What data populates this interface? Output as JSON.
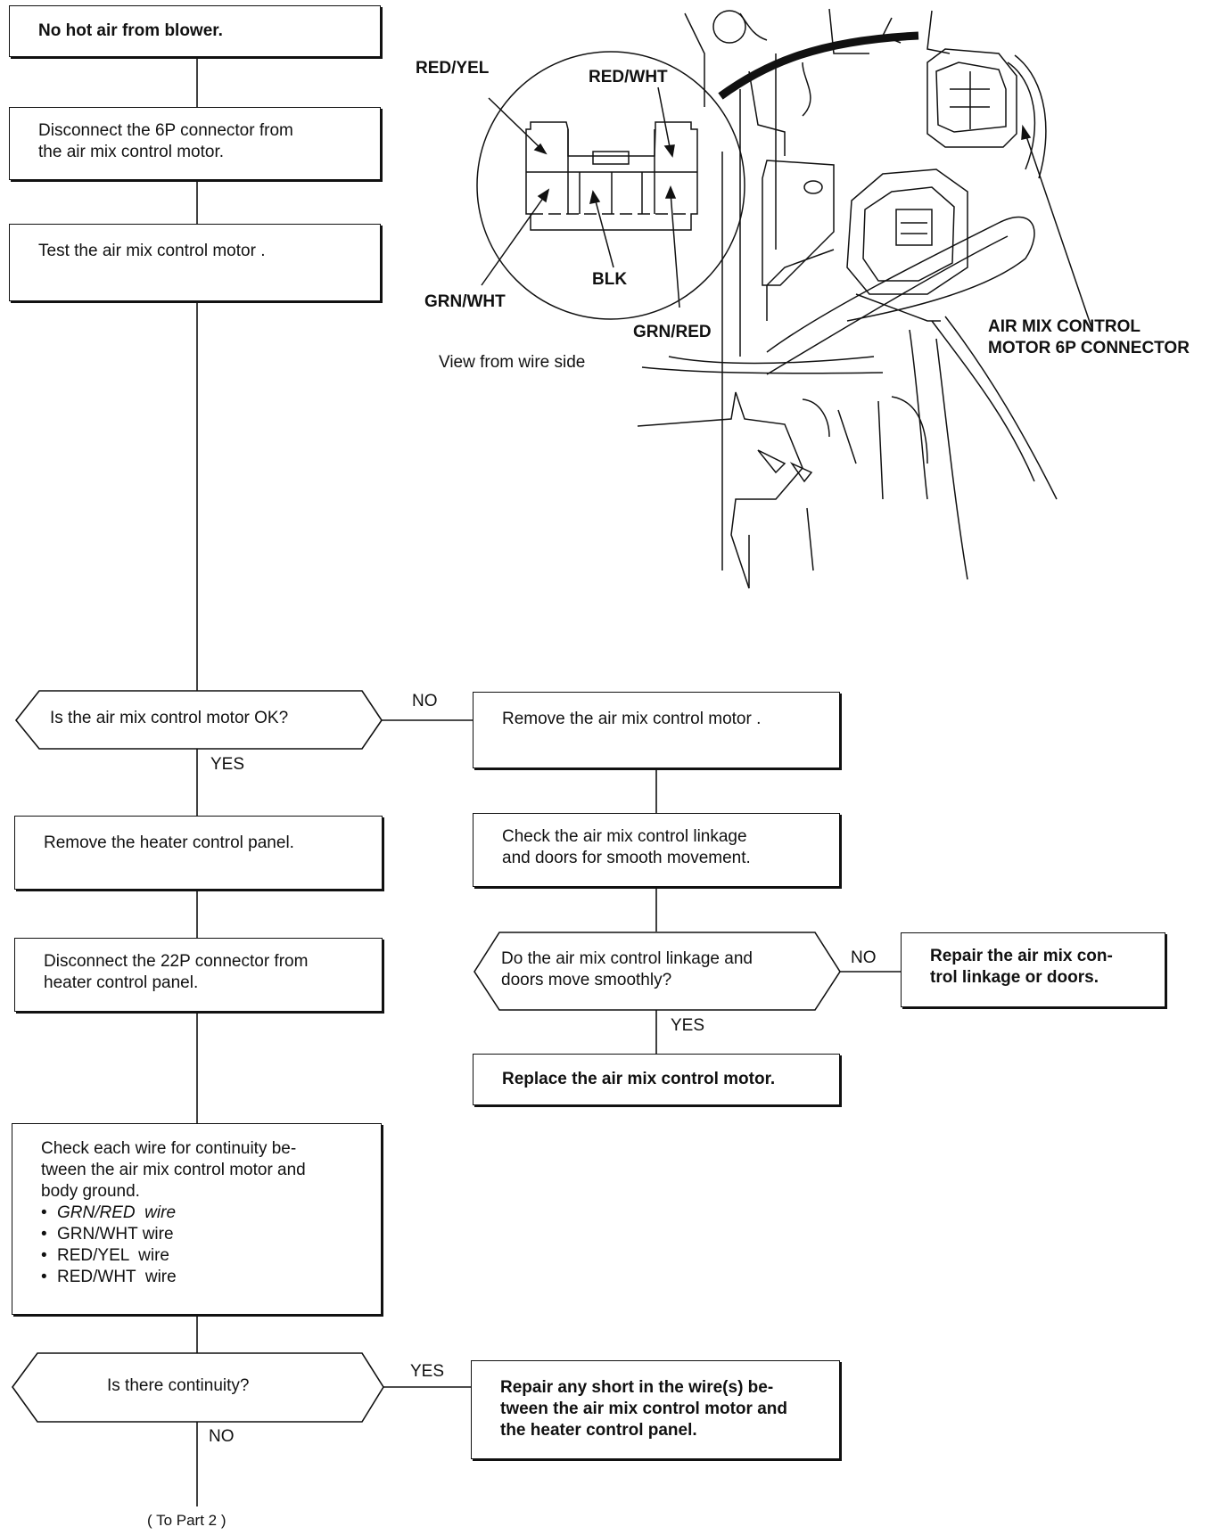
{
  "flowchart": {
    "start": "No hot air from blower.",
    "disconnect_6p": [
      "Disconnect the 6P connector from",
      "the air mix control motor."
    ],
    "test_motor": "Test the air mix control motor .",
    "q_motor_ok": "Is the air mix control motor OK?",
    "q_motor_no": "NO",
    "q_motor_yes": "YES",
    "remove_motor": "Remove the air mix control motor .",
    "check_linkage": [
      "Check the air mix control linkage",
      "and doors for smooth movement."
    ],
    "q_linkage": [
      "Do the air mix control linkage and",
      "doors move smoothly?"
    ],
    "q_linkage_no": "NO",
    "q_linkage_yes": "YES",
    "repair_linkage": [
      "Repair the air mix con-",
      "trol linkage or doors."
    ],
    "replace_motor": "Replace the air mix control motor.",
    "remove_panel": "Remove the heater control panel.",
    "disconnect_22p": [
      "Disconnect the 22P connector from",
      "heater control panel."
    ],
    "check_continuity": {
      "lines": [
        "Check each wire for continuity be-",
        "tween the air mix control motor and",
        "body ground."
      ],
      "wires": [
        "GRN/RED  wire",
        "GRN/WHT wire",
        "RED/YEL  wire",
        "RED/WHT  wire"
      ]
    },
    "q_continuity": "Is there continuity?",
    "q_continuity_yes": "YES",
    "q_continuity_no": "NO",
    "repair_short": [
      "Repair any short in the wire(s) be-",
      "tween the air mix control motor and",
      "the heater control panel."
    ],
    "to_part2": "( To Part 2 )"
  },
  "illustration": {
    "pins": {
      "red_yel": "RED/YEL",
      "red_wht": "RED/WHT",
      "blk": "BLK",
      "grn_wht": "GRN/WHT",
      "grn_red": "GRN/RED"
    },
    "view_caption": "View from wire side",
    "connector_label": [
      "AIR MIX CONTROL",
      "MOTOR 6P CONNECTOR"
    ]
  }
}
